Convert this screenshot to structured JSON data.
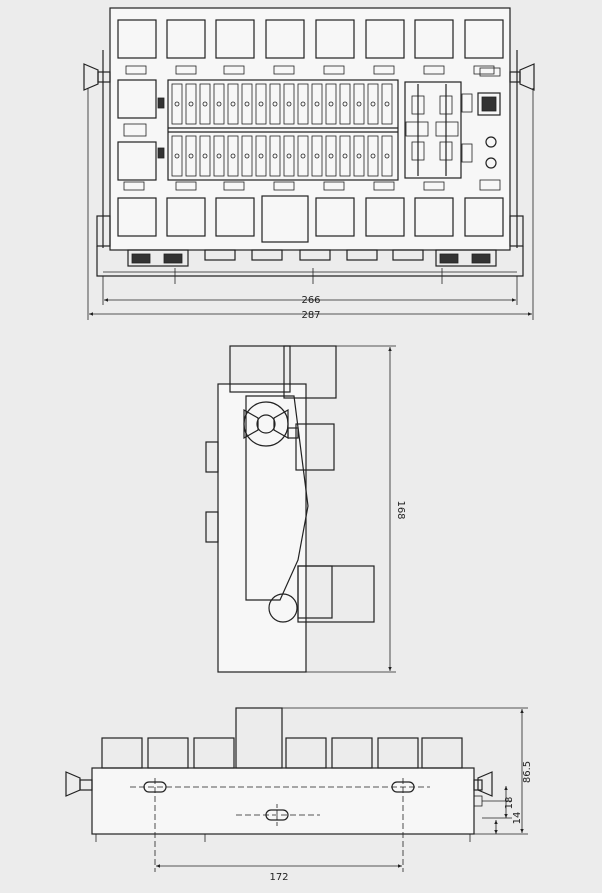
{
  "top_view": {
    "inner_width": "266",
    "outer_width": "287"
  },
  "side_view": {
    "height": "168"
  },
  "bottom_view": {
    "total_height": "86.5",
    "offset_a": "18",
    "offset_b": "14",
    "slot_spacing": "172"
  }
}
